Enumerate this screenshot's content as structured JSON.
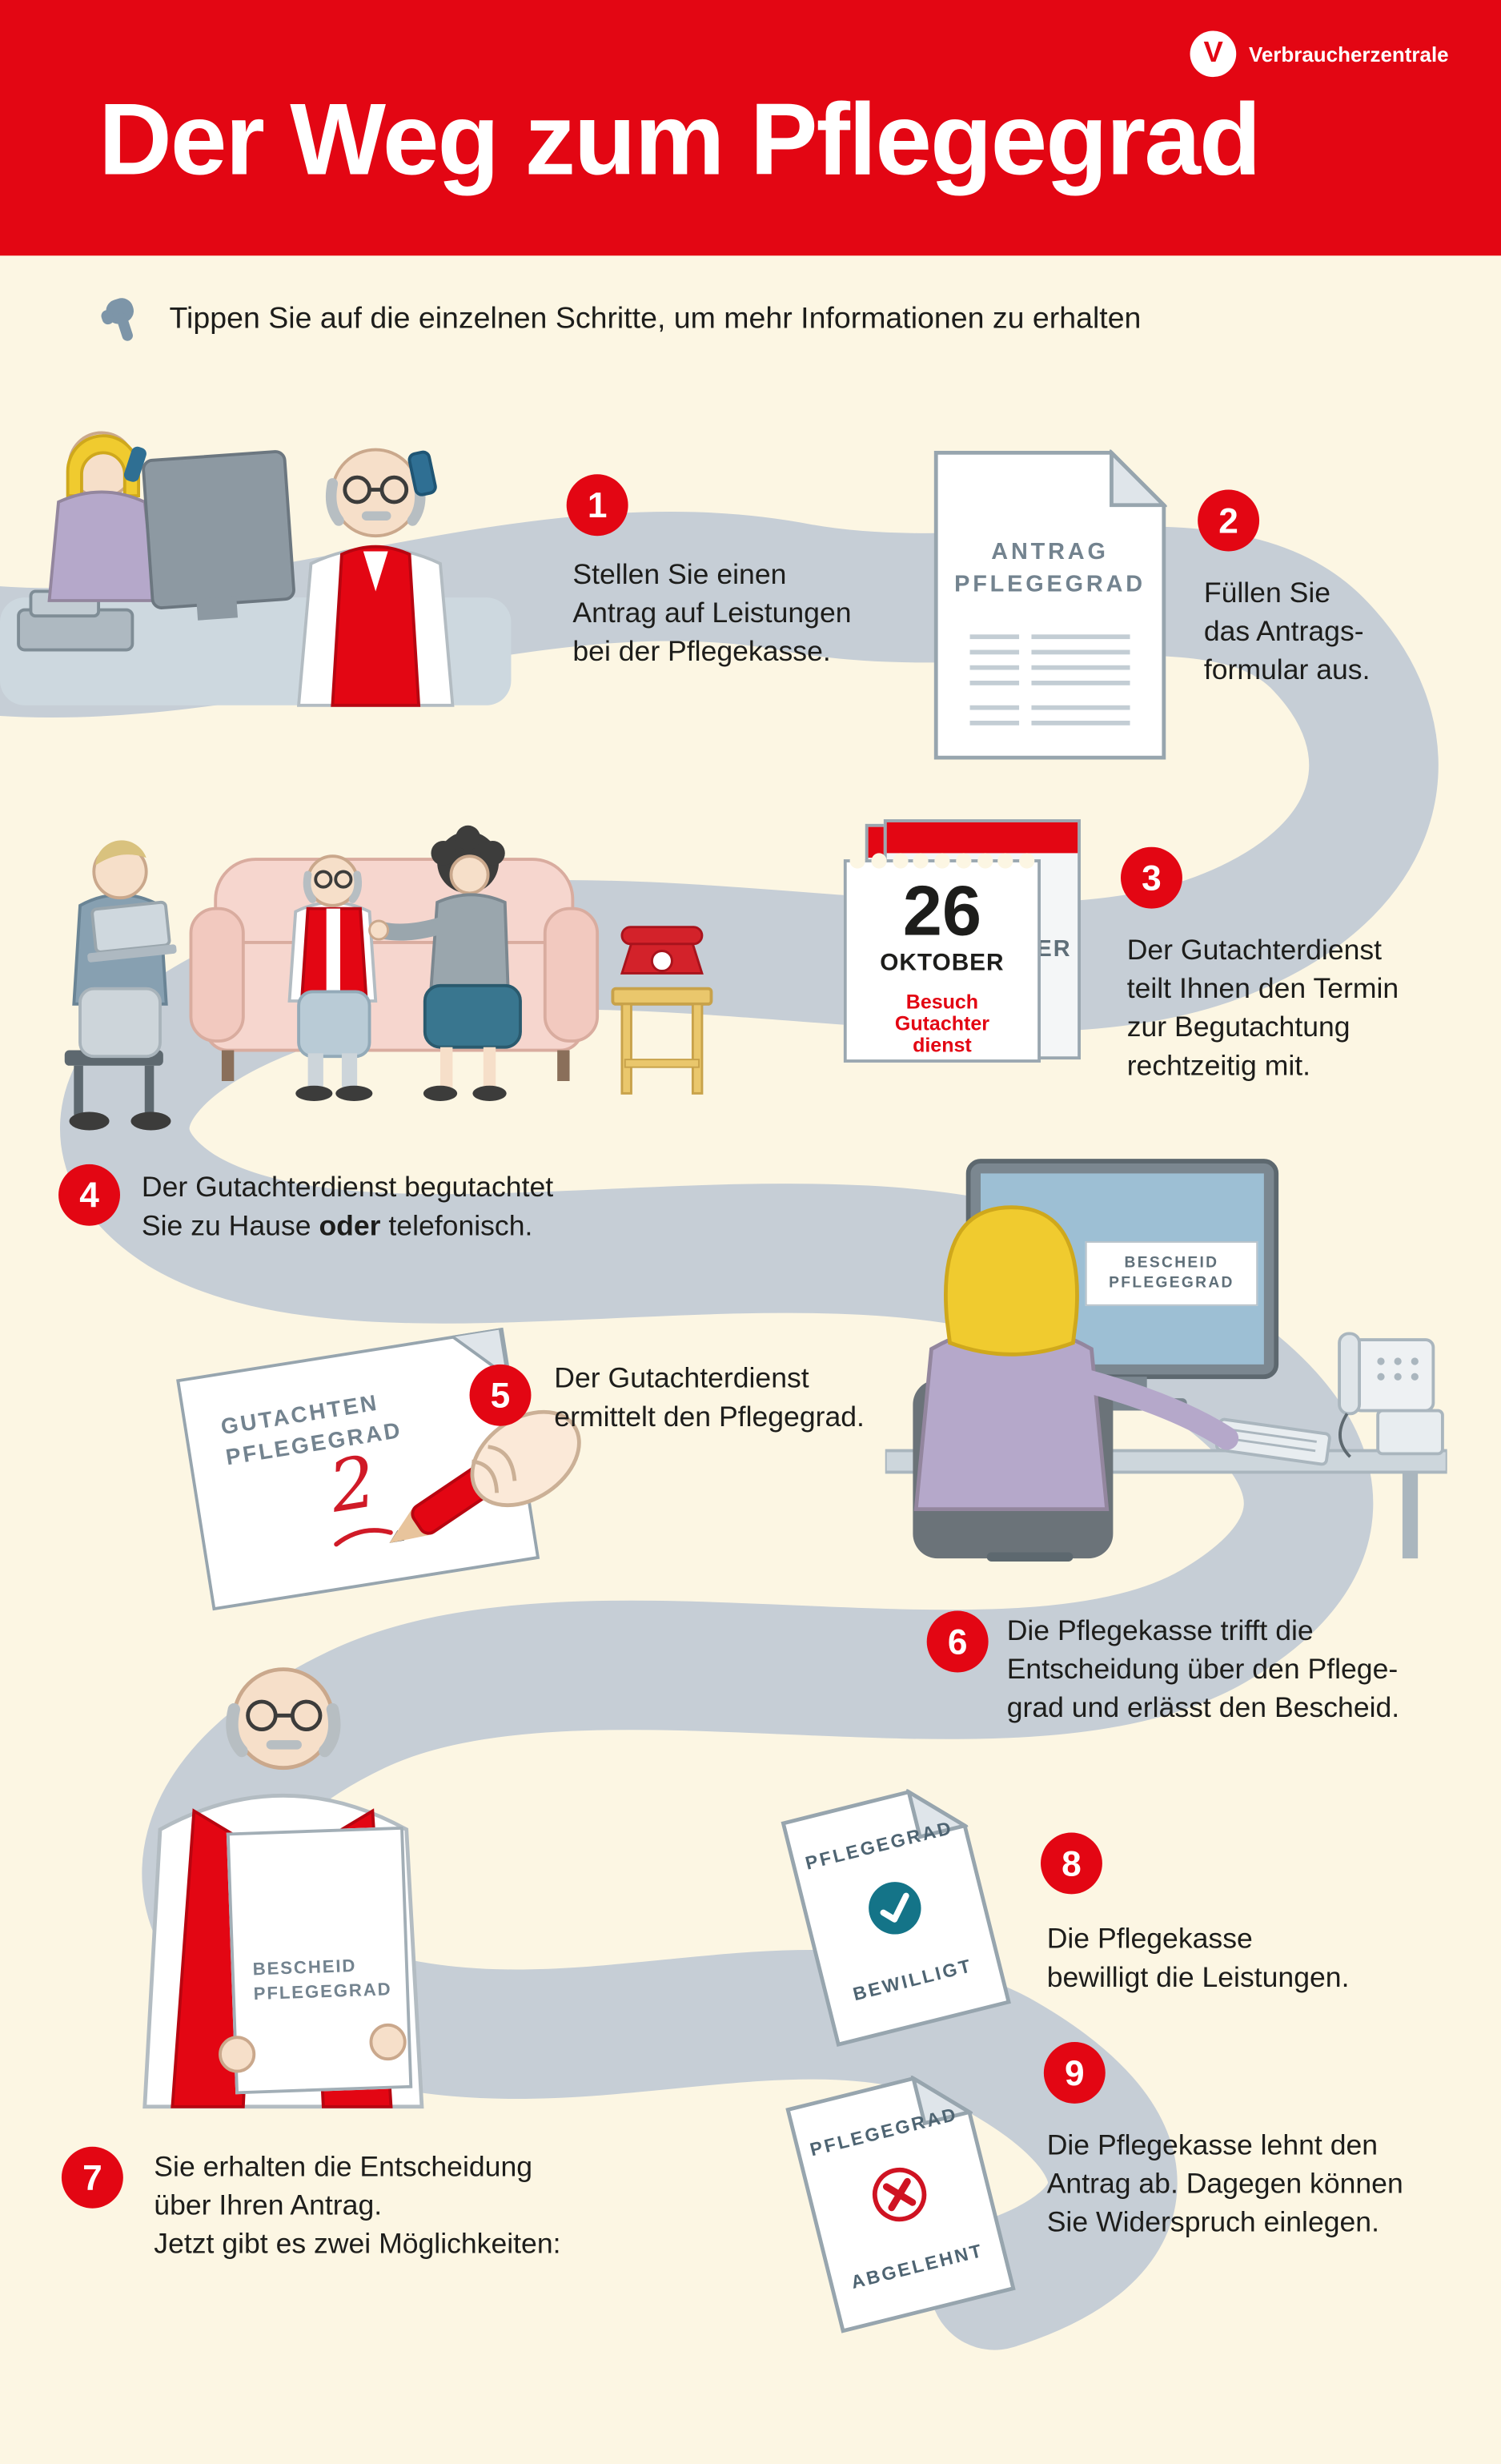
{
  "colors": {
    "accent": "#e30613",
    "background": "#fcf6e3",
    "path": "#c6ced6",
    "ink": "#1d1d1b",
    "check": "#147488",
    "cross": "#cf1322"
  },
  "header": {
    "title": "Der Weg zum Pflegegrad",
    "brand": "Verbraucherzentrale",
    "brand_initial": "V"
  },
  "intro": {
    "text": "Tippen Sie auf die einzelnen Schritte, um mehr Informationen zu erhalten"
  },
  "steps": [
    {
      "number": "1",
      "lines": [
        "Stellen Sie einen",
        "Antrag auf Leistungen",
        "bei der Pflegekasse."
      ]
    },
    {
      "number": "2",
      "lines": [
        "Füllen Sie",
        "das Antrags-",
        "formular aus."
      ]
    },
    {
      "number": "3",
      "lines": [
        "Der Gutachterdienst",
        "teilt Ihnen den Termin",
        "zur Begutachtung",
        "rechtzeitig mit."
      ]
    },
    {
      "number": "4",
      "line1": "Der Gutachterdienst begutachtet",
      "line2_pre": "Sie zu Hause ",
      "line2_bold": "oder",
      "line2_post": " telefonisch."
    },
    {
      "number": "5",
      "lines": [
        "Der Gutachterdienst",
        "ermittelt den Pflegegrad."
      ]
    },
    {
      "number": "6",
      "lines": [
        "Die Pflegekasse trifft die",
        "Entscheidung über den Pflege-",
        "grad und erlässt den Bescheid."
      ]
    },
    {
      "number": "7",
      "lines": [
        "Sie erhalten die Entscheidung",
        "über Ihren Antrag.",
        "Jetzt gibt es zwei Möglichkeiten:"
      ]
    },
    {
      "number": "8",
      "lines": [
        "Die Pflegekasse",
        "bewilligt die Leistungen."
      ]
    },
    {
      "number": "9",
      "lines": [
        "Die Pflegekasse lehnt den",
        "Antrag ab. Dagegen können",
        "Sie Widerspruch einlegen."
      ]
    }
  ],
  "antrag_doc": {
    "title_line1": "ANTRAG",
    "title_line2": "PFLEGEGRAD"
  },
  "calendar": {
    "day": "26",
    "month": "OKTOBER",
    "behind_fragment": "ER",
    "note_lines": [
      "Besuch",
      "Gutachter",
      "dienst"
    ]
  },
  "gutachten_doc": {
    "title_line1": "GUTACHTEN",
    "title_line2": "PFLEGEGRAD",
    "grade": "2"
  },
  "screen_doc": {
    "title_line1": "BESCHEID",
    "title_line2": "PFLEGEGRAD"
  },
  "letter_doc": {
    "title_line1": "BESCHEID",
    "title_line2": "PFLEGEGRAD"
  },
  "approved_doc": {
    "title": "PFLEGEGRAD",
    "status": "BEWILLIGT"
  },
  "rejected_doc": {
    "title": "PFLEGEGRAD",
    "status": "ABGELEHNT"
  }
}
